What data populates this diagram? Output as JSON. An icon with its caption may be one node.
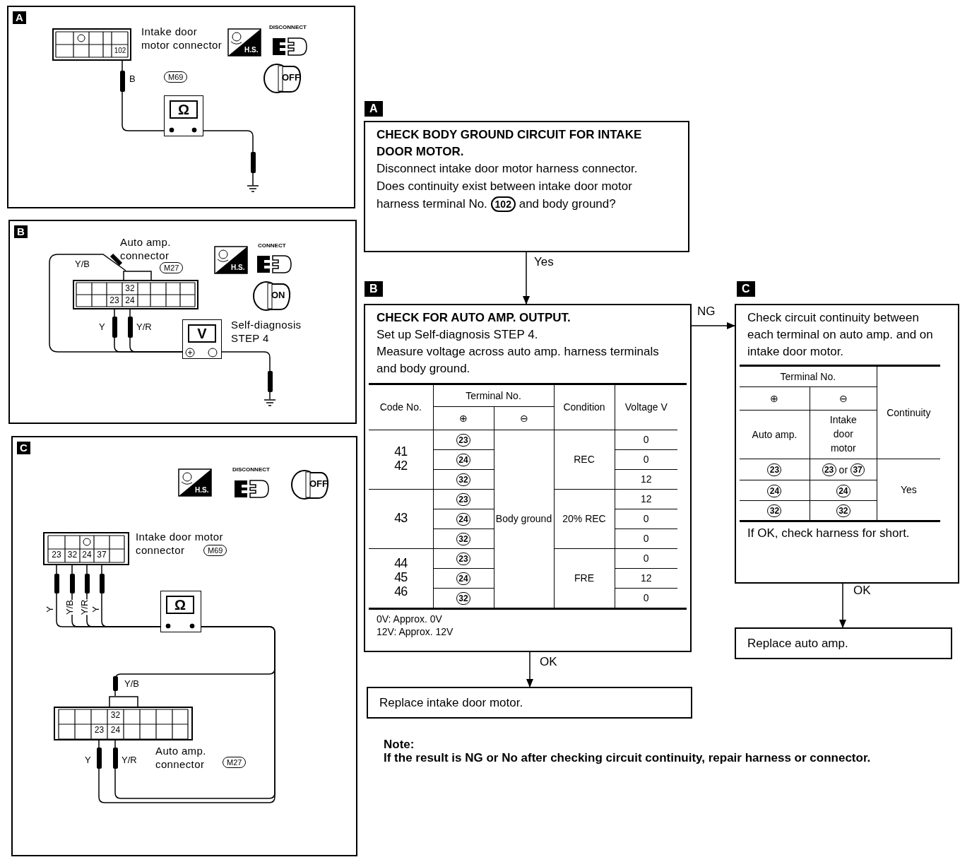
{
  "diagram": {
    "nodes": [
      {
        "text": [
          "A"
        ]
      },
      {
        "text": [
          "102"
        ],
        "in": 0,
        "beside": [
          "Intake door motor connector",
          "M69"
        ]
      },
      {
        "text": [
          "Ω"
        ],
        "in": 0
      },
      {
        "text": [],
        "shape": "ground",
        "in": 0
      },
      {
        "text": [
          "B"
        ]
      },
      {
        "text": [
          "32",
          "23",
          "24"
        ],
        "in": 4,
        "beside": [
          "Auto amp. connector",
          "M27"
        ]
      },
      {
        "text": [
          "V"
        ],
        "in": 4,
        "beside": [
          "Self-diagnosis STEP 4"
        ]
      },
      {
        "text": [],
        "shape": "ground",
        "in": 4
      },
      {
        "text": [
          "C"
        ]
      },
      {
        "text": [
          "23",
          "32",
          "24",
          "37"
        ],
        "in": 8,
        "beside": [
          "Intake door motor connector",
          "M69"
        ]
      },
      {
        "text": [
          "Ω"
        ],
        "in": 8
      },
      {
        "text": [
          "32",
          "23",
          "24"
        ],
        "in": 8,
        "beside": [
          "Auto amp. connector",
          "M27"
        ]
      },
      {
        "text": [
          "CHECK BODY GROUND CIRCUIT FOR INTAKE DOOR MOTOR.",
          "Disconnect intake door motor harness connector.",
          "Does continuity exist between intake door motor harness terminal No.",
          "102",
          "and body ground?"
        ],
        "beside": [
          "A"
        ]
      },
      {
        "text": [
          "CHECK FOR AUTO AMP. OUTPUT.",
          "Set up Self-diagnosis STEP 4.",
          "Measure voltage across auto amp. harness terminals and body ground.",
          "0V: Approx. 0V",
          "12V: Approx. 12V"
        ],
        "beside": [
          "B"
        ]
      },
      {
        "text": [
          "Replace intake door motor."
        ]
      },
      {
        "text": [
          "Check circuit continuity between each terminal on auto amp. and on intake door motor.",
          "If OK, check harness for short."
        ],
        "beside": [
          "C"
        ]
      },
      {
        "text": [
          "Replace auto amp."
        ]
      }
    ],
    "edges": [
      {
        "from": 1,
        "to": 2,
        "arrow": "none",
        "label": "B"
      },
      {
        "from": 2,
        "to": 3,
        "arrow": "none"
      },
      {
        "from": 5,
        "to": 6,
        "arrow": "none",
        "label": "Y/B"
      },
      {
        "from": 5,
        "to": 6,
        "arrow": "none",
        "label": "Y"
      },
      {
        "from": 5,
        "to": 6,
        "arrow": "none",
        "label": "Y/R"
      },
      {
        "from": 6,
        "to": 7,
        "arrow": "none"
      },
      {
        "from": 9,
        "to": 10,
        "arrow": "none",
        "label": "Y"
      },
      {
        "from": 9,
        "to": 10,
        "arrow": "none",
        "label": "Y/B"
      },
      {
        "from": 9,
        "to": 10,
        "arrow": "none",
        "label": "Y/R"
      },
      {
        "from": 9,
        "to": 10,
        "arrow": "none",
        "label": "Y"
      },
      {
        "from": 10,
        "to": 11,
        "arrow": "none",
        "label": "Y/B"
      },
      {
        "from": 10,
        "to": 11,
        "arrow": "none",
        "label": "Y"
      },
      {
        "from": 10,
        "to": 11,
        "arrow": "none",
        "label": "Y/R"
      },
      {
        "from": 12,
        "to": 13,
        "arrow": "to",
        "label": "Yes"
      },
      {
        "from": 13,
        "to": 15,
        "arrow": "to",
        "label": "NG"
      },
      {
        "from": 13,
        "to": 14,
        "arrow": "to",
        "label": "OK"
      },
      {
        "from": 15,
        "to": 16,
        "arrow": "to",
        "label": "OK"
      }
    ],
    "labels": [
      "H.S.",
      "DISCONNECT",
      "OFF",
      "H.S.",
      "CONNECT",
      "ON",
      "H.S.",
      "DISCONNECT",
      "OFF",
      "Code No.",
      "Terminal No.",
      "Condition",
      "Voltage V",
      "⊕",
      "⊖",
      "41 42",
      "23",
      "Body ground",
      "REC",
      "0",
      "24",
      "0",
      "32",
      "12",
      "43",
      "23",
      "20% REC",
      "12",
      "24",
      "0",
      "32",
      "0",
      "44 45 46",
      "23",
      "FRE",
      "0",
      "24",
      "12",
      "32",
      "0",
      "Terminal No.",
      "Continuity",
      "⊕",
      "⊖",
      "Auto amp.",
      "Intake door motor",
      "23",
      "23",
      "or",
      "37",
      "24",
      "24",
      "Yes",
      "32",
      "32",
      "Note:",
      "If the result is NG or No after checking circuit continuity, repair harness or connector."
    ]
  }
}
